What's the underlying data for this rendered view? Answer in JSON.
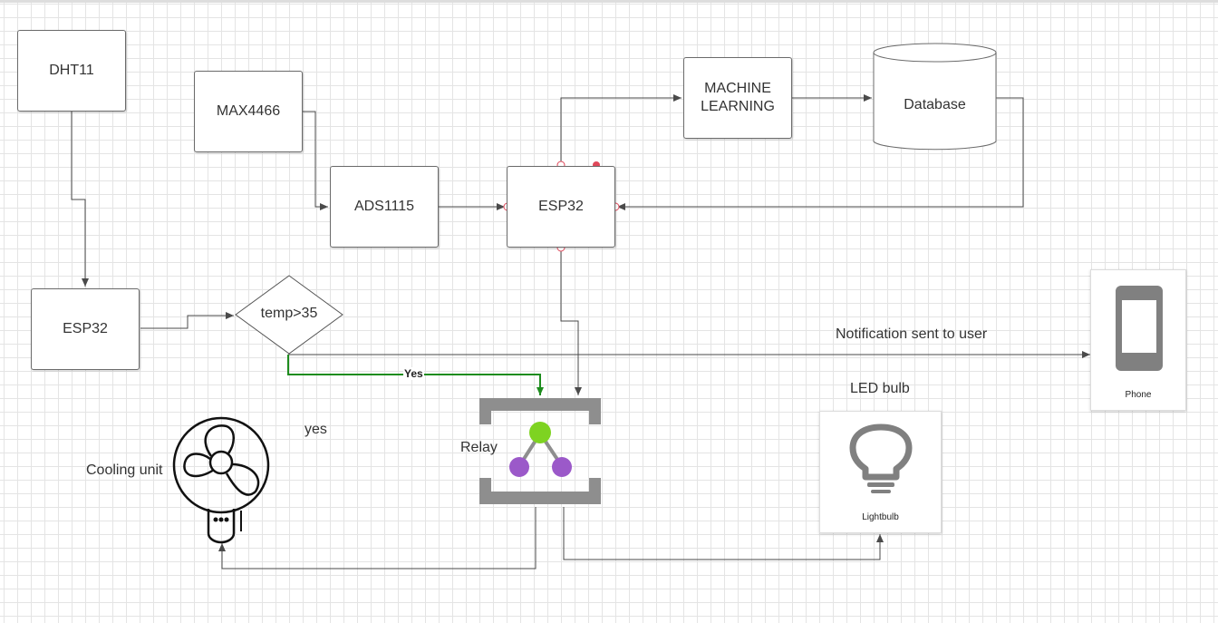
{
  "nodes": {
    "dht11": "DHT11",
    "max4466": "MAX4466",
    "ads1115": "ADS1115",
    "esp32_top": "ESP32",
    "machine_learning": "MACHINE LEARNING",
    "database": "Database",
    "esp32_bottom": "ESP32",
    "decision": "temp>35"
  },
  "labels": {
    "yes_edge": "Yes",
    "yes_text": "yes",
    "relay": "Relay",
    "cooling_unit": "Cooling unit",
    "notification": "Notification sent to user",
    "led_bulb": "LED bulb"
  },
  "icons": {
    "phone_caption": "Phone",
    "lightbulb_caption": "Lightbulb",
    "fan": "fan-icon",
    "relay": "relay-icon",
    "phone": "phone-icon",
    "lightbulb": "lightbulb-icon"
  },
  "colors": {
    "line": "#4a4a4a",
    "yes_line": "#1e8c1e",
    "relay_bracket": "#8e8e8e",
    "relay_top_node": "#7ed321",
    "relay_bottom_nodes": "#9b59c9",
    "connector_dot_red": "#e0485a"
  }
}
